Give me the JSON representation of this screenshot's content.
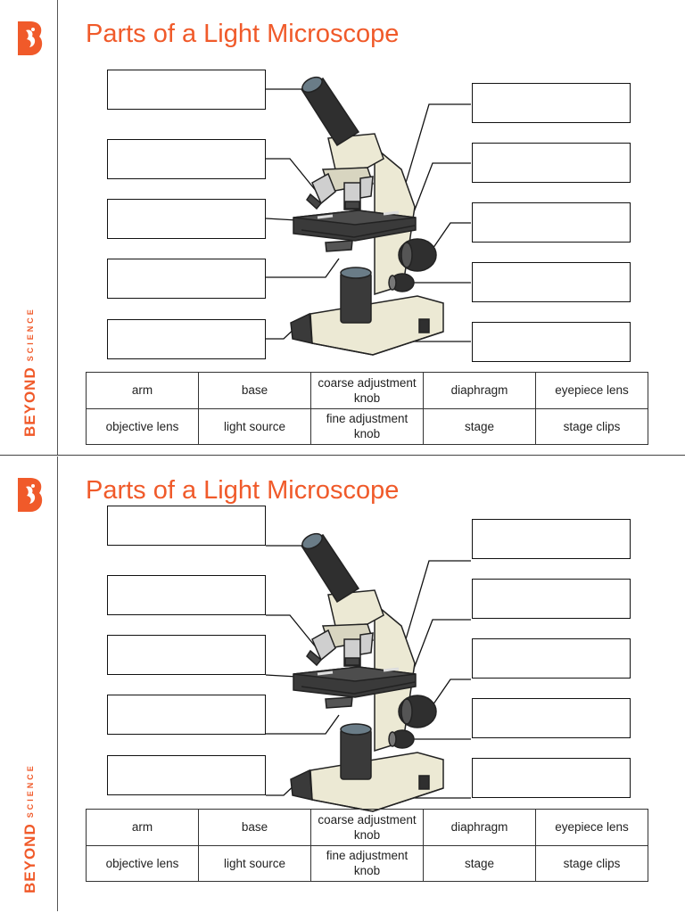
{
  "worksheets": [
    {
      "title": "Parts of a Light Microscope",
      "brand": {
        "big": "BEYOND",
        "small": "SCIENCE"
      },
      "word_bank": [
        [
          "arm",
          "base",
          "coarse adjustment knob",
          "diaphragm",
          "eyepiece lens"
        ],
        [
          "objective lens",
          "light source",
          "fine adjustment knob",
          "stage",
          "stage clips"
        ]
      ]
    },
    {
      "title": "Parts of a Light Microscope",
      "brand": {
        "big": "BEYOND",
        "small": "SCIENCE"
      },
      "word_bank": [
        [
          "arm",
          "base",
          "coarse adjustment knob",
          "diaphragm",
          "eyepiece lens"
        ],
        [
          "objective lens",
          "light source",
          "fine adjustment knob",
          "stage",
          "stage clips"
        ]
      ]
    }
  ],
  "colors": {
    "accent": "#f05a2a",
    "microscope_body": "#ece9d4",
    "microscope_dark": "#2f2f2f"
  }
}
